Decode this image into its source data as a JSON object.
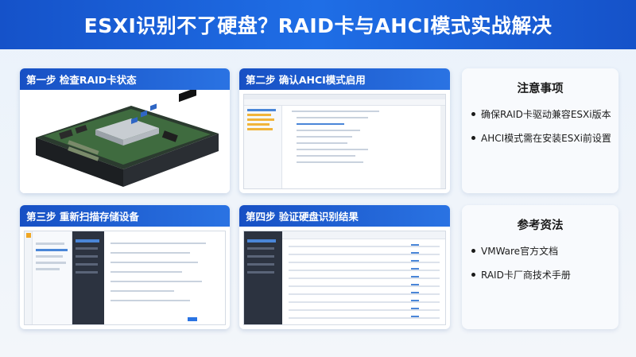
{
  "header": {
    "title": "ESXI识别不了硬盘？RAID卡与AHCI模式实战解决"
  },
  "steps": [
    {
      "label": "第一步 检查RAID卡状态"
    },
    {
      "label": "第二步 确认AHCI模式启用"
    },
    {
      "label": "第三步 重新扫描存储设备"
    },
    {
      "label": "第四步 验证硬盘识别结果"
    }
  ],
  "notes": {
    "title": "注意事项",
    "items": [
      "确保RAID卡驱动兼容ESXi版本",
      "AHCI模式需在安装ESXi前设置"
    ]
  },
  "references": {
    "title": "参考资法",
    "items": [
      "VMWare官方文档",
      "RAID卡厂商技术手册"
    ]
  },
  "colors": {
    "banner": "#1f6ee6",
    "card_header": "#1750c4",
    "accent": "#2a73e3"
  }
}
